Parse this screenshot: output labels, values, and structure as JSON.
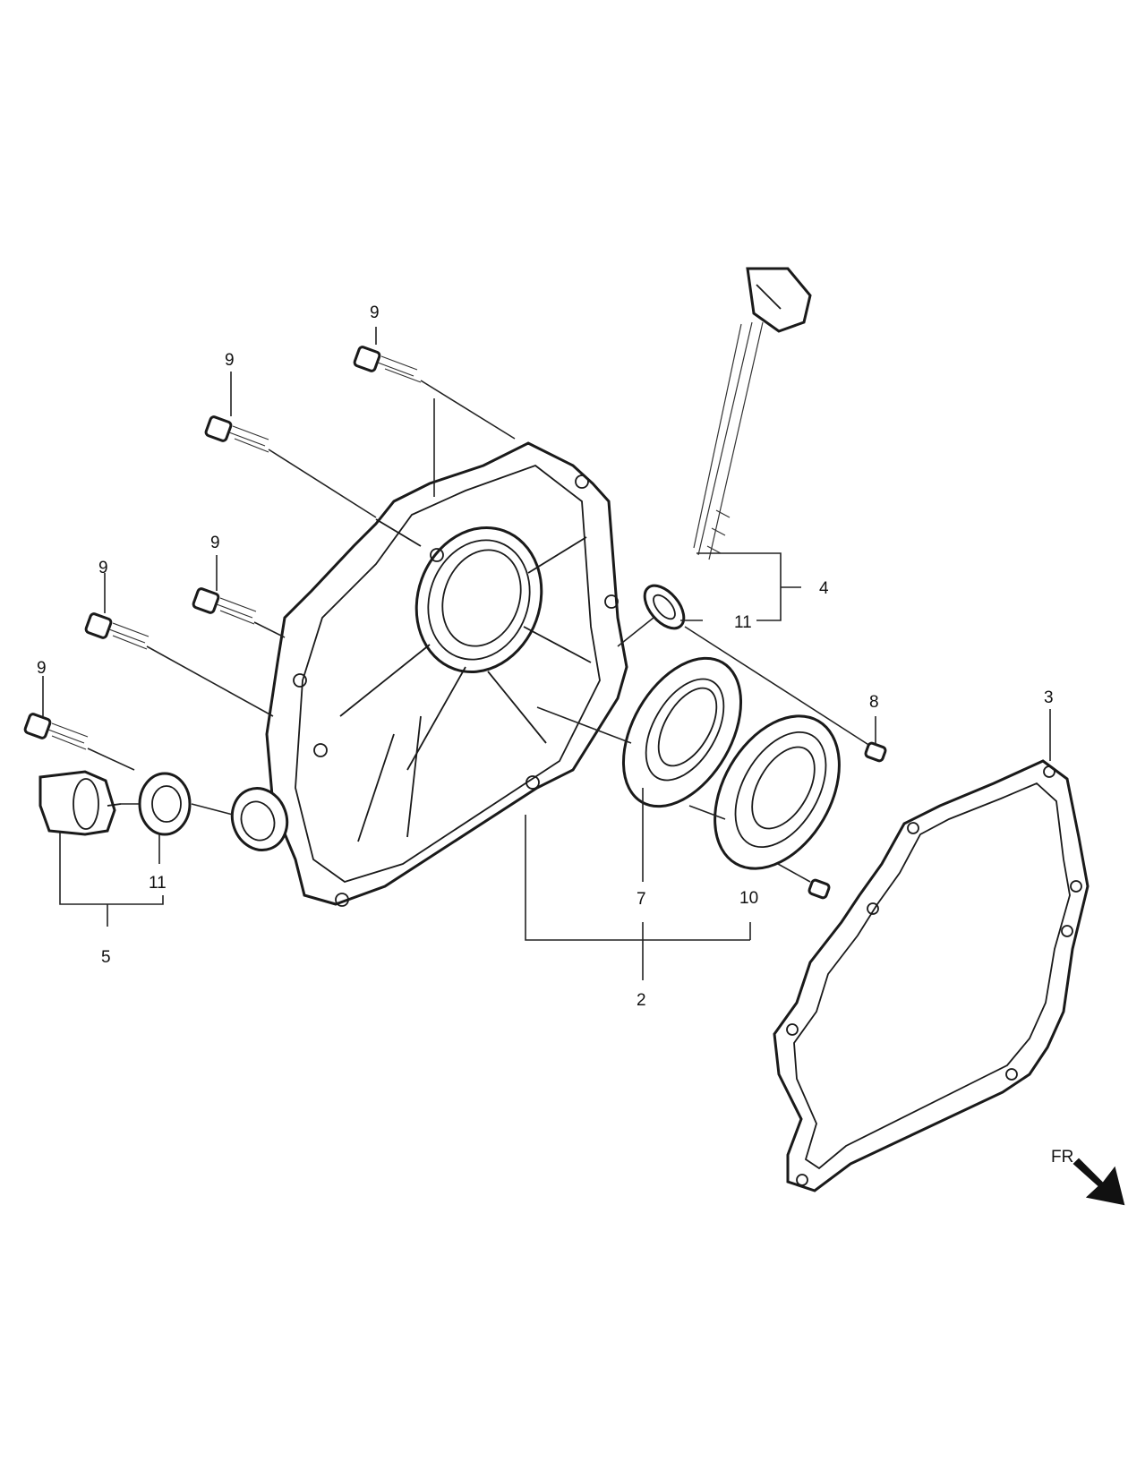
{
  "diagram": {
    "callouts": [
      {
        "id": "c-9a",
        "text": "9"
      },
      {
        "id": "c-9b",
        "text": "9"
      },
      {
        "id": "c-9c",
        "text": "9"
      },
      {
        "id": "c-9d",
        "text": "9"
      },
      {
        "id": "c-9e",
        "text": "9"
      },
      {
        "id": "c-4",
        "text": "4"
      },
      {
        "id": "c-11a",
        "text": "11"
      },
      {
        "id": "c-8",
        "text": "8"
      },
      {
        "id": "c-3",
        "text": "3"
      },
      {
        "id": "c-7",
        "text": "7"
      },
      {
        "id": "c-10",
        "text": "10"
      },
      {
        "id": "c-2",
        "text": "2"
      },
      {
        "id": "c-11b",
        "text": "11"
      },
      {
        "id": "c-5",
        "text": "5"
      }
    ],
    "direction_label": "FR"
  }
}
